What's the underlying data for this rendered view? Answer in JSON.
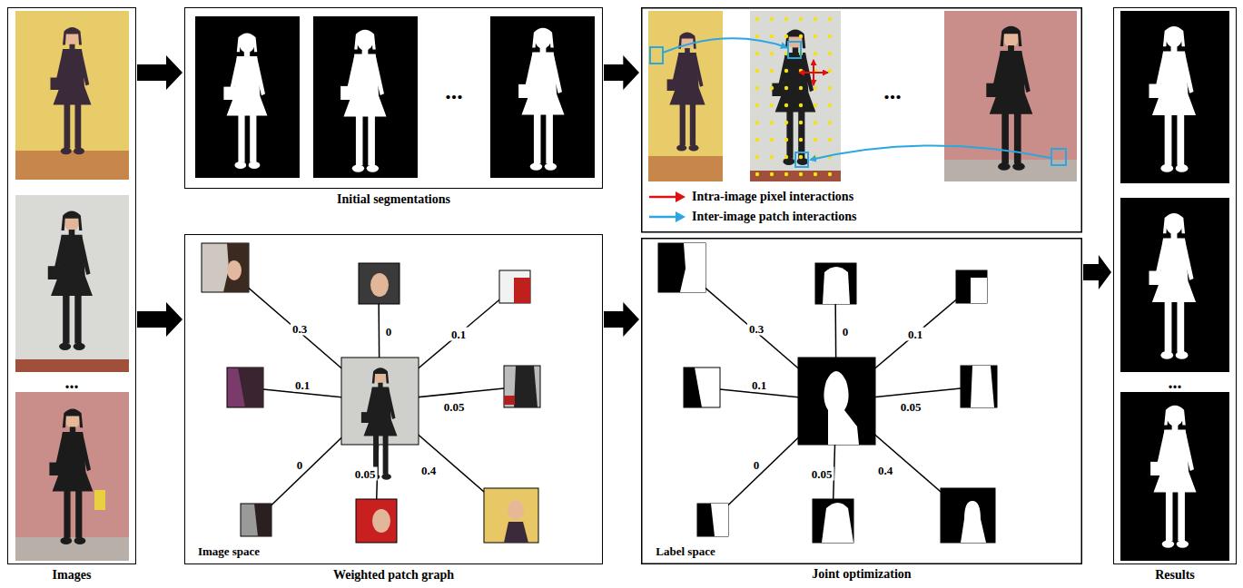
{
  "diagram": {
    "nodes": [
      {
        "text": [
          "Images"
        ]
      },
      {
        "text": [
          "Initial segmentations"
        ]
      },
      {
        "text": [
          "Weighted patch graph"
        ]
      },
      {
        "text": [
          "Joint optimization"
        ]
      },
      {
        "text": [
          "Results"
        ]
      }
    ],
    "edges": [
      {
        "from": 0,
        "to": 1,
        "arrow": "to"
      },
      {
        "from": 0,
        "to": 2,
        "arrow": "to"
      },
      {
        "from": 1,
        "to": 3,
        "arrow": "to"
      },
      {
        "from": 2,
        "to": 3,
        "arrow": "to"
      },
      {
        "from": 3,
        "to": 4,
        "arrow": "to"
      }
    ],
    "labels": [
      "...",
      "...",
      "...",
      "0.3",
      "0",
      "0.1",
      "0.1",
      "0.05",
      "0",
      "0.05",
      "0.4",
      "Image space",
      "0.3",
      "0",
      "0.1",
      "0.1",
      "0.05",
      "0",
      "0.05",
      "0.4",
      "Label space",
      "..."
    ],
    "legend": [
      {
        "text": "Intra-image pixel interactions"
      },
      {
        "text": "Inter-image patch interactions"
      }
    ]
  }
}
